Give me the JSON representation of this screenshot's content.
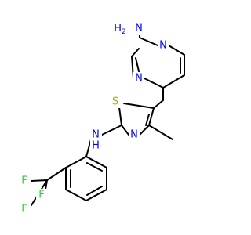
{
  "colors": {
    "bond": "#000000",
    "nitrogen": "#0000ff",
    "sulfur": "#b3b300",
    "fluorine": "#33cc33",
    "background": "#ffffff"
  },
  "labels": {
    "amine_top_h2": "H",
    "amine_top_h2_sub": "2",
    "amine_top_n": "N",
    "pyrimidine_n1": "N",
    "pyrimidine_n3": "N",
    "thiazole_s": "S",
    "thiazole_n": "N",
    "nh_n": "N",
    "nh_h": "H",
    "f1": "F",
    "f2": "F",
    "f3": "F"
  }
}
